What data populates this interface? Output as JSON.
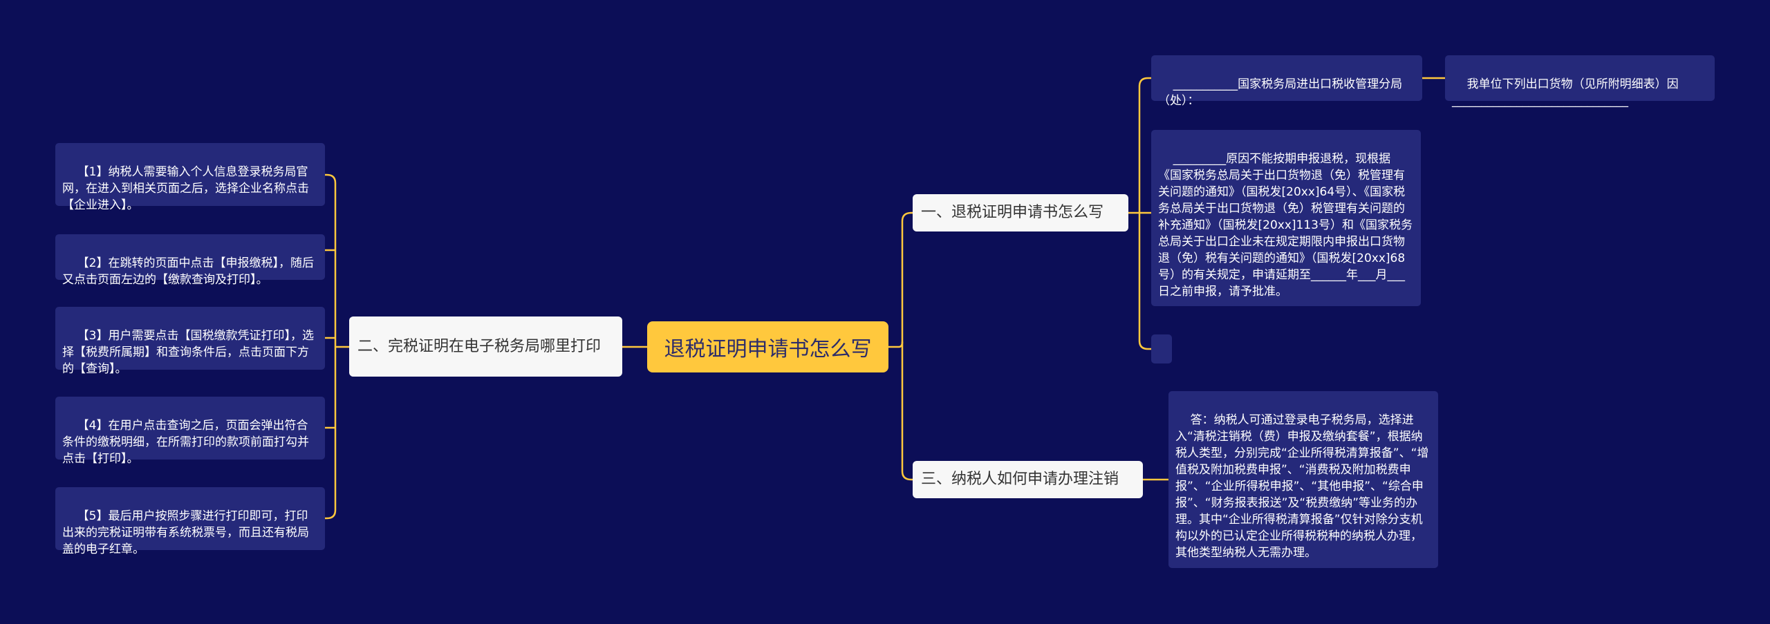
{
  "root": {
    "title": "退税证明申请书怎么写"
  },
  "branches": {
    "b1": {
      "label": "一、退税证明申请书怎么写"
    },
    "b2": {
      "label": "二、完税证明在电子税务局哪里打印"
    },
    "b3": {
      "label": "三、纳税人如何申请办理注销"
    }
  },
  "leaves": {
    "b1_l1": "___________国家税务局进出口税收管理分局（处）：",
    "b1_l1_child": "我单位下列出口货物（见所附明细表）因______________________________",
    "b1_l2": "_________原因不能按期申报退税，现根据《国家税务总局关于出口货物退（免）税管理有关问题的通知》（国税发[20xx]64号）、《国家税务总局关于出口货物退（免）税管理有关问题的补充通知》（国税发[20xx]113号）和《国家税务总局关于出口企业未在规定期限内申报出口货物退（免）税有关问题的通知》（国税发[20xx]68号）的有关规定，申请延期至______年___月___日之前申报，请予批准。",
    "b2_l1": "【1】纳税人需要输入个人信息登录税务局官网，在进入到相关页面之后，选择企业名称点击【企业进入】。",
    "b2_l2": "【2】在跳转的页面中点击【申报缴税】，随后又点击页面左边的【缴款查询及打印】。",
    "b2_l3": "【3】用户需要点击【国税缴款凭证打印】，选择【税费所属期】和查询条件后，点击页面下方的【查询】。",
    "b2_l4": "【4】在用户点击查询之后，页面会弹出符合条件的缴税明细，在所需打印的款项前面打勾并点击【打印】。",
    "b2_l5": "【5】最后用户按照步骤进行打印即可，打印出来的完税证明带有系统税票号，而且还有税局盖的电子红章。",
    "b3_l1": "答：纳税人可通过登录电子税务局，选择进入“清税注销税（费）申报及缴纳套餐”，根据纳税人类型，分别完成“企业所得税清算报备”、“增值税及附加税费申报”、“消费税及附加税费申报”、“企业所得税申报”、“其他申报”、“综合申报”、“财务报表报送”及“税费缴纳”等业务的办理。其中“企业所得税清算报备”仅针对除分支机构以外的已认定企业所得税税种的纳税人办理，其他类型纳税人无需办理。"
  },
  "colors": {
    "background": "#0c0e57",
    "root_fill": "#ffc83d",
    "branch_fill": "#f7f7f7",
    "leaf_fill": "#25297a",
    "connector": "#ffc83d"
  }
}
